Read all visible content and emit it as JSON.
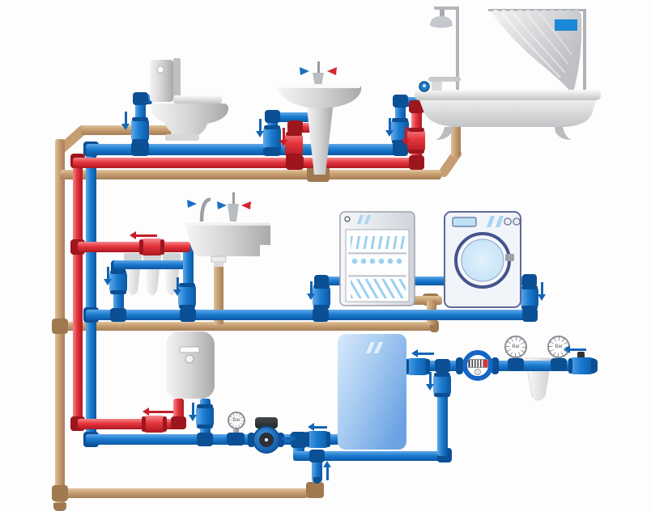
{
  "diagram": {
    "type": "plumbing-water-supply-and-drainage-scheme",
    "description": "Residential water supply system: cold and hot water lines with shut-off valves feed a toilet, pedestal sink, bathtub with shower, kitchen sink with triple filter, dishwasher, washing machine and water heater; main inlet passes shut-off valve, pressure gauges, sediment filter, water meter, storage tank and circulation pump; tan pipes are sewage drains."
  },
  "legend": {
    "cold_water_color": "#1b7cd0",
    "hot_water_color": "#e5343c",
    "drain_color": "#c79e71"
  },
  "colors": {
    "cold-light": "#62a8e8",
    "cold-base": "#1b7cd0",
    "cold-dark": "#0d5aa6",
    "cold-joint": "#0b4f94",
    "hot-light": "#f4878c",
    "hot-base": "#e5343c",
    "hot-dark": "#b01b24",
    "hot-joint": "#9d161e",
    "drain-light": "#e0c49e",
    "drain-base": "#c79e71",
    "drain-dark": "#a8815a",
    "drain-joint": "#a07951",
    "arrow-cold": "#1465b4",
    "arrow-hot": "#c41e26",
    "gauge-ring": "#898f97",
    "meter-ring": "#1565c4",
    "curtain-tag": "#1b87d8"
  },
  "gauges": {
    "unit": "Bar"
  },
  "components": {
    "bathroom": [
      "toilet",
      "pedestal-sink",
      "bathtub",
      "shower",
      "shower-curtain"
    ],
    "kitchen": [
      "kitchen-sink",
      "drinking-water-faucet",
      "triple-filter-unit",
      "dishwasher",
      "washing-machine"
    ],
    "utility": [
      "water-heater",
      "storage-tank",
      "circulation-pump",
      "pressure-gauge",
      "water-meter",
      "sediment-filter",
      "main-shutoff-valve"
    ]
  }
}
